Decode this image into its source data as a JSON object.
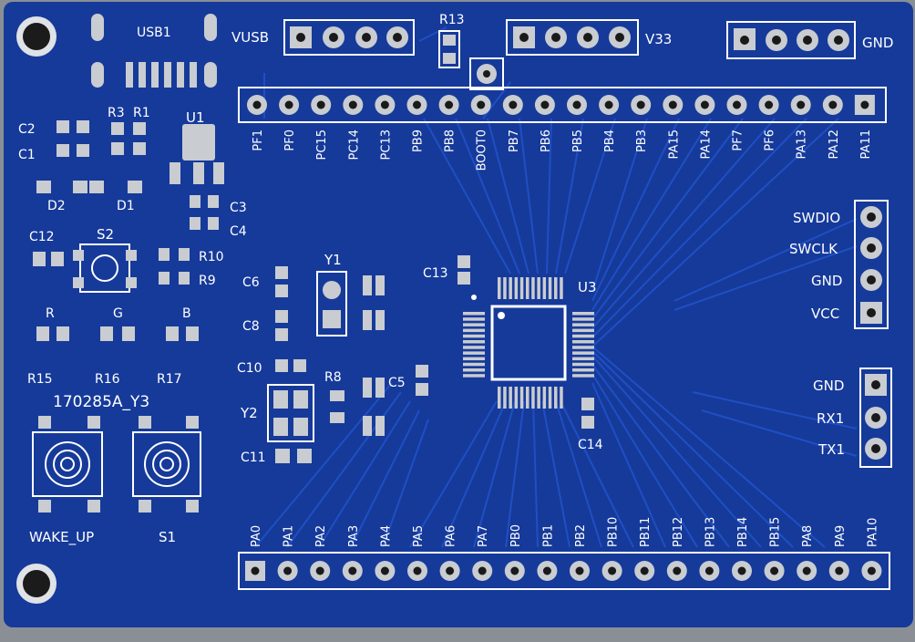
{
  "board": {
    "board_id": "170285A_Y3",
    "colors": {
      "solder_mask": "#163a9a",
      "silkscreen": "#ffffff",
      "pad": "#c9ccd0",
      "trace": "#1f4fc4",
      "background": "#8a8f96"
    }
  },
  "headers": {
    "vusb": "VUSB",
    "v33": "V33",
    "gnd_top": "GND",
    "top_pins": [
      "PF1",
      "PF0",
      "PC15",
      "PC14",
      "PC13",
      "PB9",
      "PB8",
      "BOOT0",
      "PB7",
      "PB6",
      "PB5",
      "PB4",
      "PB3",
      "PA15",
      "PA14",
      "PF7",
      "PF6",
      "PA13",
      "PA12",
      "PA11"
    ],
    "bottom_pins": [
      "PA0",
      "PA1",
      "PA2",
      "PA3",
      "PA4",
      "PA5",
      "PA6",
      "PA7",
      "PB0",
      "PB1",
      "PB2",
      "PB10",
      "PB11",
      "PB12",
      "PB13",
      "PB14",
      "PB15",
      "PA8",
      "PA9",
      "PA10"
    ],
    "swd": [
      "SWDIO",
      "SWCLK",
      "GND",
      "VCC"
    ],
    "uart": [
      "GND",
      "RX1",
      "TX1"
    ]
  },
  "components": {
    "usb": "USB1",
    "r13": "R13",
    "u1": "U1",
    "u3": "U3",
    "y1": "Y1",
    "y2": "Y2",
    "s2": "S2",
    "s1": "S1",
    "wake_up": "WAKE_UP",
    "c1": "C1",
    "c2": "C2",
    "c3": "C3",
    "c4": "C4",
    "c5": "C5",
    "c6": "C6",
    "c8": "C8",
    "c10": "C10",
    "c11": "C11",
    "c12": "C12",
    "c13": "C13",
    "c14": "C14",
    "r1": "R1",
    "r3": "R3",
    "r8": "R8",
    "r9": "R9",
    "r10": "R10",
    "d1": "D1",
    "d2": "D2",
    "led_r": "R",
    "led_g": "G",
    "led_b": "B",
    "r15": "R15",
    "r16": "R16",
    "r17": "R17"
  }
}
